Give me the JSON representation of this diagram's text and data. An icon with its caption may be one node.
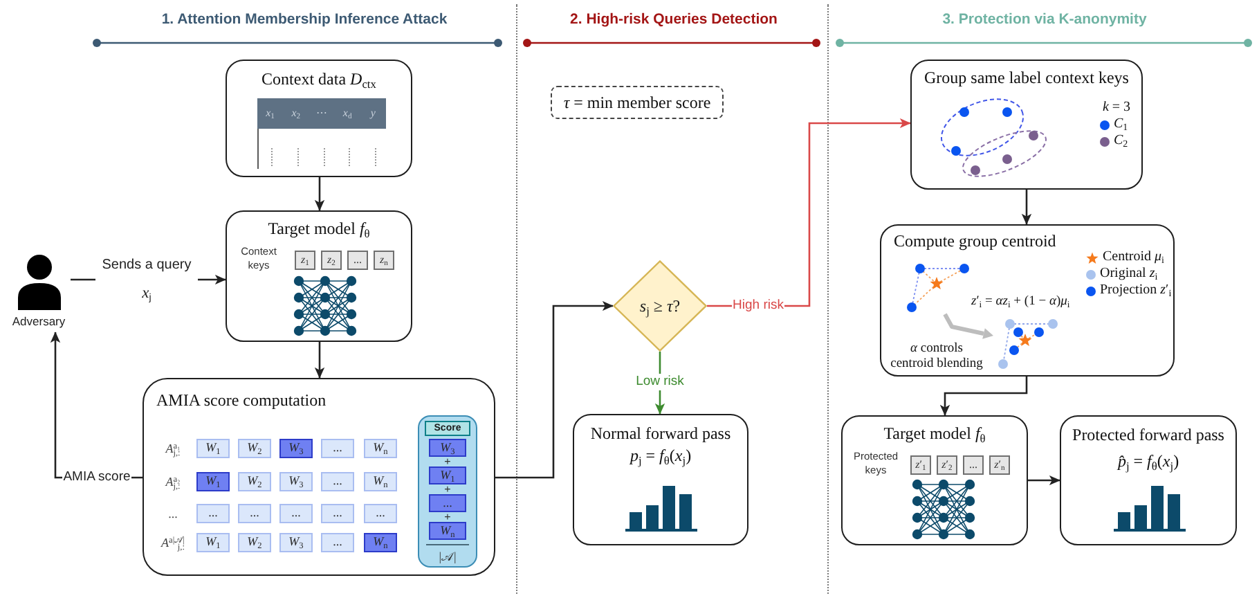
{
  "diagram": {
    "nodes": [
      {
        "text": [
          "Context data *D*$_{ctx}$"
        ]
      },
      {
        "text": [
          "Target model *f*$_{θ}$",
          "Context keys"
        ]
      },
      {
        "text": [
          "Adversary"
        ]
      },
      {
        "text": [
          "AMIA score computation"
        ]
      },
      {
        "text": [
          "Score"
        ],
        "in": 3
      },
      {
        "text": [
          "*τ* = min member score"
        ]
      },
      {
        "text": [
          "*s*$_{j}$ ≥ *τ*?"
        ]
      },
      {
        "text": [
          "Normal forward pass",
          "*p*$_{j}$ = *f*$_{θ}$(*x*$_{j}$)"
        ]
      },
      {
        "text": [
          "Group same label context keys"
        ]
      },
      {
        "text": [
          "Compute group centroid"
        ]
      },
      {
        "text": [
          "Target model *f*$_{θ}$",
          "Protected keys"
        ]
      },
      {
        "text": [
          "Protected forward pass",
          "*p̂*$_{j}$ = *f*$_{θ}$(*x*$_{j}$)"
        ]
      }
    ],
    "edges": [
      {
        "from": 0,
        "to": 1,
        "arrow": "to"
      },
      {
        "from": 2,
        "to": 1,
        "arrow": "to",
        "label": "Sends a query *x*$_{j}$"
      },
      {
        "from": 1,
        "to": 3,
        "arrow": "to"
      },
      {
        "from": 3,
        "to": 2,
        "arrow": "to",
        "label": "AMIA score"
      },
      {
        "from": 3,
        "to": 6,
        "arrow": "to"
      },
      {
        "from": 6,
        "to": 7,
        "arrow": "to",
        "label": "Low risk",
        "color": "#3d8b2f"
      },
      {
        "from": 6,
        "to": 8,
        "arrow": "to",
        "label": "High risk",
        "color": "#d94848"
      },
      {
        "from": 8,
        "to": 9,
        "arrow": "to"
      },
      {
        "from": 9,
        "to": 10,
        "arrow": "to"
      },
      {
        "from": 10,
        "to": 11,
        "arrow": "to"
      }
    ],
    "labels": [
      "1. Attention Membership Inference Attack",
      "2. High-risk Queries Detection",
      "3. Protection via K-anonymity",
      "*x*$_{1}$",
      "*x*$_{2}$",
      "⋯",
      "*x*$_{d}$",
      "*y*",
      "*z*$_{1}$",
      "*z*$_{2}$",
      "...",
      "*z*$_{n}$",
      "*A*$^{a₁}$$_{j,:}$",
      "*W*$_{1}$",
      "*W*$_{2}$",
      "*W*$_{3}$",
      "...",
      "*W*$_{n}$",
      "*A*$^{a₂}$$_{j,:}$",
      "*W*$_{1}$",
      "*W*$_{2}$",
      "*W*$_{3}$",
      "...",
      "*W*$_{n}$",
      "...",
      "...",
      "...",
      "...",
      "...",
      "...",
      "*A*$^{a|𝒜|}$$_{j,:}$",
      "*W*$_{1}$",
      "*W*$_{2}$",
      "*W*$_{3}$",
      "...",
      "*W*$_{n}$",
      "*W*$_{3}$",
      "+",
      "*W*$_{1}$",
      "+",
      "...",
      "+",
      "*W*$_{n}$",
      "|𝒜|",
      "*k* = 3",
      "*z*′$_{i}$ = *αz*$_{i}$ + (1 − *α*)*μ*$_{i}$",
      "*α* controls centroid blending",
      "*z*′$_{1}$",
      "*z*′$_{2}$",
      "...",
      "*z*′$_{n}$"
    ],
    "legend": [
      {
        "text": "*C*$_{1}$",
        "color": "#0a55f0"
      },
      {
        "text": "*C*$_{2}$",
        "color": "#7a5f8e"
      },
      {
        "text": "Centroid *μ*$_{i}$"
      },
      {
        "text": "Original *z*$_{i}$",
        "color": "#a9c3ee"
      },
      {
        "text": "Projection *z*′$_{i}$",
        "color": "#0a55f0"
      }
    ]
  }
}
